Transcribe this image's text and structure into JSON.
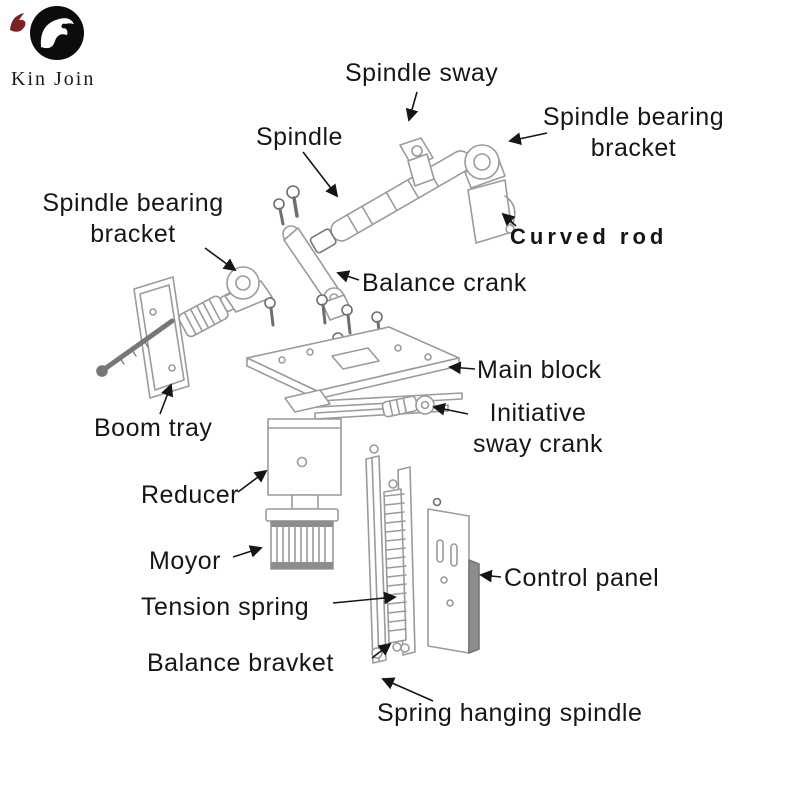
{
  "brand": {
    "name": "Kin Join",
    "icon": "bird-icon",
    "logo_color": "#0c0c0c",
    "mark_color": "#7a2323"
  },
  "diagram": {
    "type": "exploded-parts-diagram",
    "colors": {
      "line": "#9b9b9b",
      "dark_line": "#777777",
      "text": "#161616",
      "arrow": "#151515",
      "background": "#ffffff"
    },
    "labels": [
      {
        "id": "spindle-sway",
        "text": "Spindle sway"
      },
      {
        "id": "spindle-bearing-bracket-right",
        "text": "Spindle bearing bracket"
      },
      {
        "id": "spindle",
        "text": "Spindle"
      },
      {
        "id": "curved-rod",
        "text": "Curved rod"
      },
      {
        "id": "spindle-bearing-bracket-left",
        "text": "Spindle bearing bracket"
      },
      {
        "id": "balance-crank",
        "text": "Balance crank"
      },
      {
        "id": "main-block",
        "text": "Main block"
      },
      {
        "id": "boom-tray",
        "text": "Boom tray"
      },
      {
        "id": "initiative-sway-crank",
        "text": "Initiative sway crank"
      },
      {
        "id": "reducer",
        "text": "Reducer"
      },
      {
        "id": "moyor",
        "text": "Moyor"
      },
      {
        "id": "tension-spring",
        "text": "Tension spring"
      },
      {
        "id": "control-panel",
        "text": "Control panel"
      },
      {
        "id": "balance-bravket",
        "text": "Balance bravket"
      },
      {
        "id": "spring-hanging-spindle",
        "text": "Spring hanging spindle"
      }
    ]
  }
}
